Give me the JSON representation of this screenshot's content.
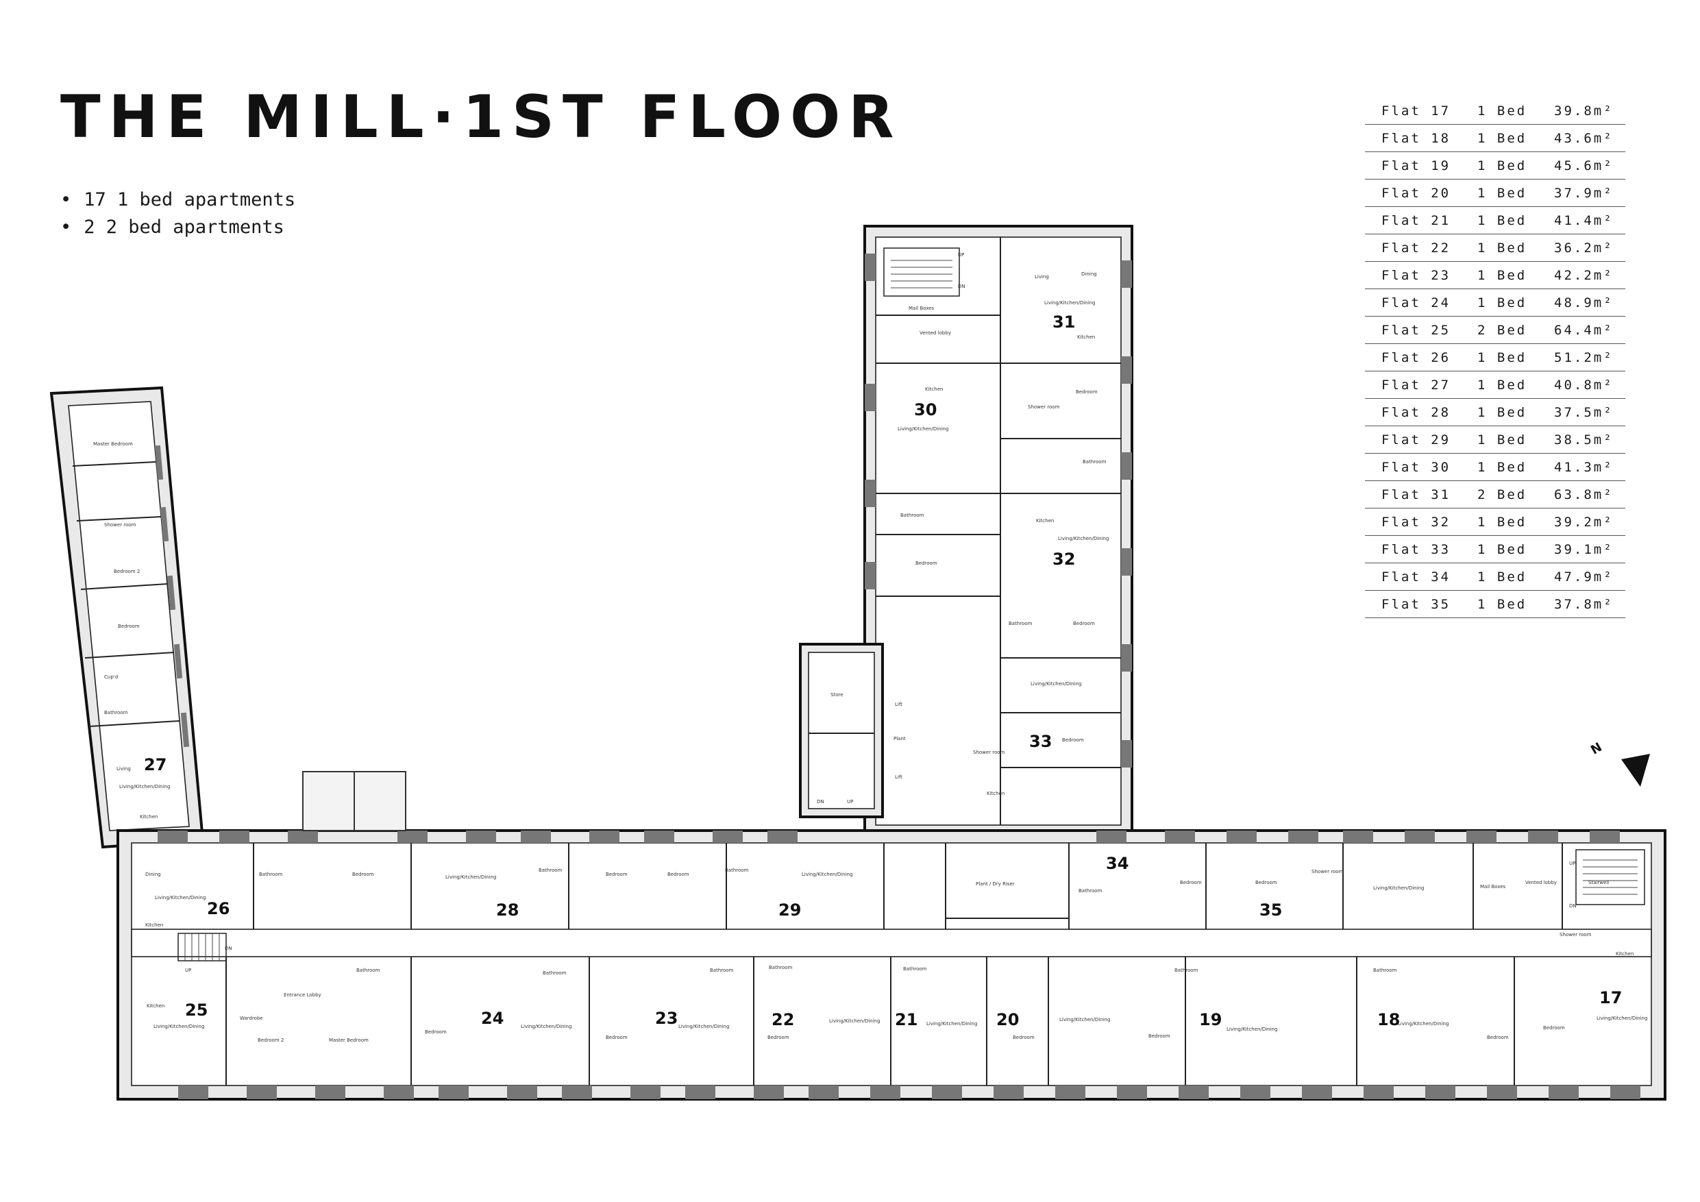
{
  "header": {
    "title": "THE MILL·1ST FLOOR",
    "bullets": [
      "17 1 bed apartments",
      "2  2 bed apartments"
    ]
  },
  "schedule": [
    {
      "flat": "Flat 17",
      "type": "1 Bed",
      "area": "39.8m²"
    },
    {
      "flat": "Flat 18",
      "type": "1 Bed",
      "area": "43.6m²"
    },
    {
      "flat": "Flat 19",
      "type": "1 Bed",
      "area": "45.6m²"
    },
    {
      "flat": "Flat 20",
      "type": "1 Bed",
      "area": "37.9m²"
    },
    {
      "flat": "Flat 21",
      "type": "1 Bed",
      "area": "41.4m²"
    },
    {
      "flat": "Flat 22",
      "type": "1 Bed",
      "area": "36.2m²"
    },
    {
      "flat": "Flat 23",
      "type": "1 Bed",
      "area": "42.2m²"
    },
    {
      "flat": "Flat 24",
      "type": "1 Bed",
      "area": "48.9m²"
    },
    {
      "flat": "Flat 25",
      "type": "2 Bed",
      "area": "64.4m²"
    },
    {
      "flat": "Flat 26",
      "type": "1 Bed",
      "area": "51.2m²"
    },
    {
      "flat": "Flat 27",
      "type": "1 Bed",
      "area": "40.8m²"
    },
    {
      "flat": "Flat 28",
      "type": "1 Bed",
      "area": "37.5m²"
    },
    {
      "flat": "Flat 29",
      "type": "1 Bed",
      "area": "38.5m²"
    },
    {
      "flat": "Flat 30",
      "type": "1 Bed",
      "area": "41.3m²"
    },
    {
      "flat": "Flat 31",
      "type": "2 Bed",
      "area": "63.8m²"
    },
    {
      "flat": "Flat 32",
      "type": "1 Bed",
      "area": "39.2m²"
    },
    {
      "flat": "Flat 33",
      "type": "1 Bed",
      "area": "39.1m²"
    },
    {
      "flat": "Flat 34",
      "type": "1 Bed",
      "area": "47.9m²"
    },
    {
      "flat": "Flat 35",
      "type": "1 Bed",
      "area": "37.8m²"
    }
  ],
  "flat_numbers": {
    "f17": "17",
    "f18": "18",
    "f19": "19",
    "f20": "20",
    "f21": "21",
    "f22": "22",
    "f23": "23",
    "f24": "24",
    "f25": "25",
    "f26": "26",
    "f27": "27",
    "f28": "28",
    "f29": "29",
    "f30": "30",
    "f31": "31",
    "f32": "32",
    "f33": "33",
    "f34": "34",
    "f35": "35"
  },
  "room_labels": {
    "mail_boxes": "Mail Boxes",
    "vented_lobby": "Vented lobby",
    "plant_dry_riser": "Plant / Dry Riser",
    "lift_a": "Lift",
    "lift_b": "Lift",
    "plant": "Plant",
    "store": "Store",
    "stairwell": "Stairwell",
    "vented_lobby_east": "Vented lobby",
    "mail_boxes_east": "Mail Boxes",
    "up_a": "UP",
    "dn_a": "DN",
    "up_b": "UP",
    "dn_b": "DN",
    "up_c": "UP",
    "dn_c": "DN",
    "up_d": "UP",
    "dn_d": "DN",
    "master_bedroom_27": "Master Bedroom",
    "shower_27": "Shower room",
    "bedroom2_27": "Bedroom 2",
    "bedroom_27": "Bedroom",
    "cupd_27": "Cup'd",
    "bathroom_27": "Bathroom",
    "lkd_27": "Living/Kitchen/Dining",
    "living_27": "Living",
    "kitchen_27": "Kitchen",
    "lkd_26": "Living/Kitchen/Dining",
    "dining_26": "Dining",
    "kitchen_26": "Kitchen",
    "bathroom_26": "Bathroom",
    "bedroom_26": "Bedroom",
    "lkd_25": "Living/Kitchen/Dining",
    "kitchen_25": "Kitchen",
    "bedroom2_25": "Bedroom 2",
    "master_bedroom_25": "Master Bedroom",
    "wardrobe_25": "Wardrobe",
    "entrance_25": "Entrance Lobby",
    "bathroom_25": "Bathroom",
    "lkd_28": "Living/Kitchen/Dining",
    "bathroom_28": "Bathroom",
    "bedroom_28": "Bedroom",
    "lkd_29": "Living/Kitchen/Dining",
    "bathroom_29": "Bathroom",
    "bedroom_29": "Bedroom",
    "lkd_24": "Living/Kitchen/Dining",
    "bedroom_24": "Bedroom",
    "bathroom_24": "Bathroom",
    "lkd_23": "Living/Kitchen/Dining",
    "bedroom_23": "Bedroom",
    "bathroom_23": "Bathroom",
    "lkd_22": "Living/Kitchen/Dining",
    "bedroom_22": "Bedroom",
    "bathroom_22": "Bathroom",
    "lkd_21": "Living/Kitchen/Dining",
    "bathroom_21": "Bathroom",
    "bedroom_20": "Bedroom",
    "lkd_20": "Living/Kitchen/Dining",
    "lkd_19": "Living/Kitchen/Dining",
    "bathroom_19": "Bathroom",
    "bedroom_19": "Bedroom",
    "lkd_18": "Living/Kitchen/Dining",
    "bathroom_18": "Bathroom",
    "bedroom_18": "Bedroom",
    "lkd_17": "Living/Kitchen/Dining",
    "bedroom_17": "Bedroom",
    "shower_17": "Shower room",
    "kitchen_17": "Kitchen",
    "lkd_35": "Living/Kitchen/Dining",
    "bedroom_35": "Bedroom",
    "shower_35": "Shower room",
    "bedroom_34": "Bedroom",
    "bathroom_34": "Bathroom",
    "lkd_33": "Living/Kitchen/Dining",
    "kitchen_33": "Kitchen",
    "bedroom_33": "Bedroom",
    "shower_33": "Shower room",
    "lkd_32": "Living/Kitchen/Dining",
    "kitchen_32": "Kitchen",
    "bedroom_32": "Bedroom",
    "bathroom_32": "Bathroom",
    "lkd_31": "Living/Kitchen/Dining",
    "living_31": "Living",
    "dining_31": "Dining",
    "kitchen_31": "Kitchen",
    "bedroom_31": "Bedroom",
    "bathroom_31": "Bathroom",
    "shower_31": "Shower room",
    "lkd_30": "Living/Kitchen/Dining",
    "kitchen_30": "Kitchen",
    "bathroom_30": "Bathroom",
    "bedroom_30": "Bedroom"
  },
  "colors": {
    "wall": "#111111",
    "hatch": "#e9e9e9",
    "text": "#1a1a1a",
    "rule": "#555555"
  },
  "icons": {
    "north_arrow": "north-arrow-icon"
  }
}
